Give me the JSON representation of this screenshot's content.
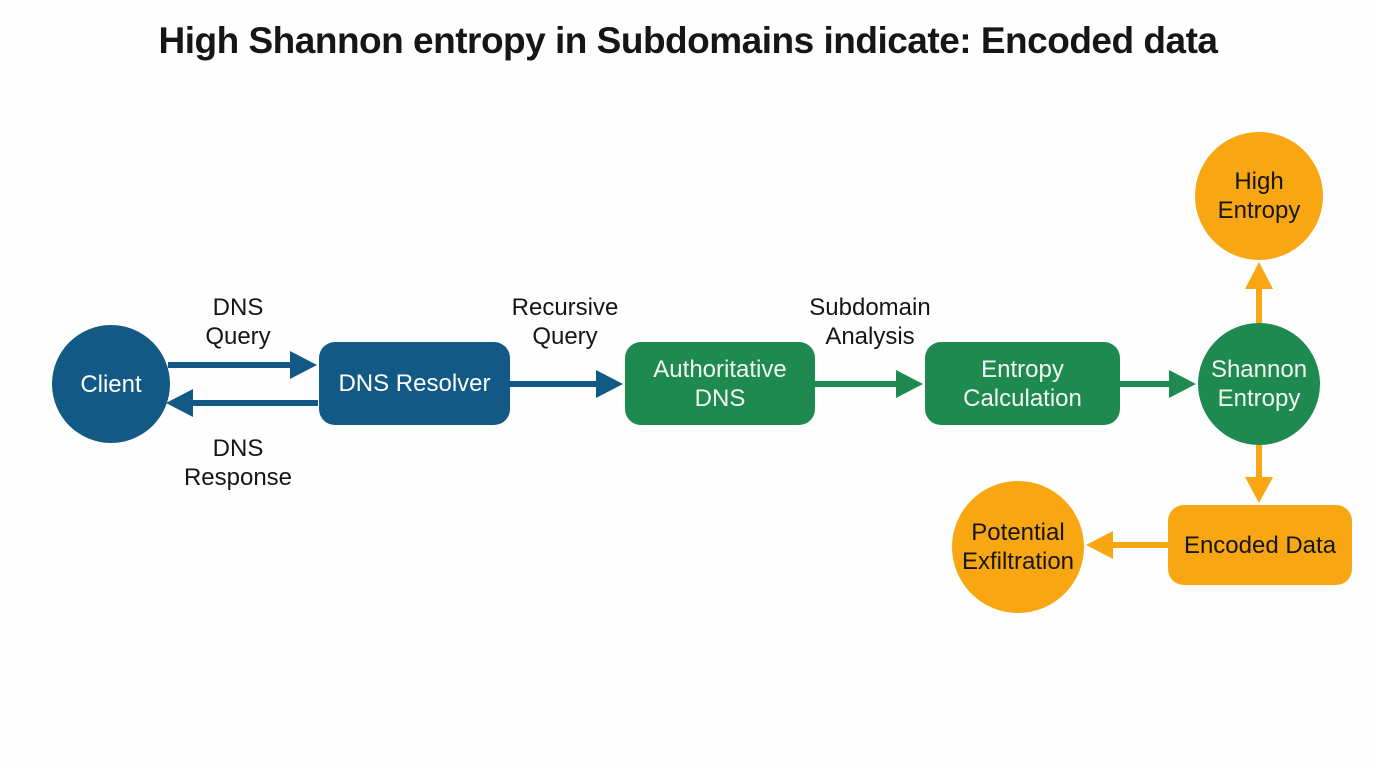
{
  "title": "High Shannon entropy in Subdomains indicate: Encoded data",
  "nodes": {
    "client": {
      "label": "Client",
      "shape": "circle",
      "color_key": "blue"
    },
    "dns_resolver": {
      "label": "DNS Resolver",
      "shape": "rect",
      "color_key": "blue"
    },
    "authoritative_dns": {
      "label": "Authoritative DNS",
      "shape": "rect",
      "color_key": "green"
    },
    "entropy_calculation": {
      "label": "Entropy Calculation",
      "shape": "rect",
      "color_key": "green"
    },
    "shannon_entropy": {
      "label": "Shannon Entropy",
      "shape": "circle",
      "color_key": "green"
    },
    "high_entropy": {
      "label": "High Entropy",
      "shape": "circle",
      "color_key": "orange"
    },
    "encoded_data": {
      "label": "Encoded Data",
      "shape": "rect",
      "color_key": "orange"
    },
    "potential_exfiltration": {
      "label": "Potential Exfiltration",
      "shape": "circle",
      "color_key": "orange"
    }
  },
  "edge_labels": {
    "dns_query": "DNS Query",
    "dns_response": "DNS Response",
    "recursive_query": "Recursive Query",
    "subdomain_analysis": "Subdomain Analysis"
  },
  "edges": [
    {
      "from": "client",
      "to": "dns_resolver",
      "label": "DNS Query",
      "color_key": "blue"
    },
    {
      "from": "dns_resolver",
      "to": "client",
      "label": "DNS Response",
      "color_key": "blue"
    },
    {
      "from": "dns_resolver",
      "to": "authoritative_dns",
      "label": "Recursive Query",
      "color_key": "blue"
    },
    {
      "from": "authoritative_dns",
      "to": "entropy_calculation",
      "label": "Subdomain Analysis",
      "color_key": "green"
    },
    {
      "from": "entropy_calculation",
      "to": "shannon_entropy",
      "label": "",
      "color_key": "green"
    },
    {
      "from": "shannon_entropy",
      "to": "high_entropy",
      "label": "",
      "color_key": "orange"
    },
    {
      "from": "shannon_entropy",
      "to": "encoded_data",
      "label": "",
      "color_key": "orange"
    },
    {
      "from": "encoded_data",
      "to": "potential_exfiltration",
      "label": "",
      "color_key": "orange"
    }
  ],
  "colors": {
    "blue": "#125a85",
    "green": "#1e8a4f",
    "orange": "#f8a712",
    "text_dark": "#161616",
    "text_light": "#ffffff",
    "background": "#fefefe"
  }
}
